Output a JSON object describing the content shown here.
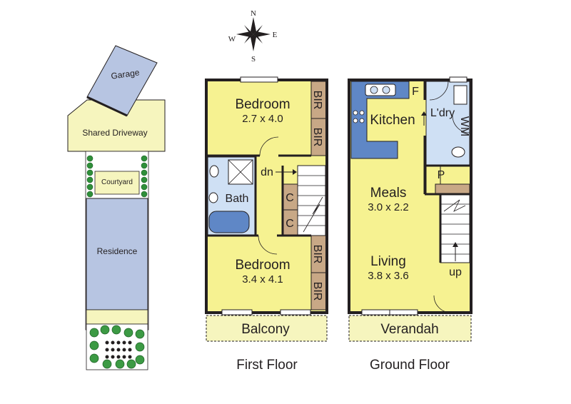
{
  "compass": {
    "n": "N",
    "e": "E",
    "s": "S",
    "w": "W"
  },
  "site_plan": {
    "garage": "Garage",
    "driveway": "Shared Driveway",
    "courtyard": "Courtyard",
    "residence": "Residence"
  },
  "first_floor": {
    "title": "First Floor",
    "bedroom_top": {
      "name": "Bedroom",
      "dims": "2.7 x 4.0"
    },
    "bedroom_bottom": {
      "name": "Bedroom",
      "dims": "3.4 x 4.1"
    },
    "bath": "Bath",
    "stairs": "dn",
    "cupboard": "C",
    "robe": "BIR",
    "balcony": "Balcony"
  },
  "ground_floor": {
    "title": "Ground Floor",
    "kitchen": "Kitchen",
    "fridge": "F",
    "laundry": "L'dry",
    "washer": "WM",
    "pantry": "P",
    "meals": {
      "name": "Meals",
      "dims": "3.0 x 2.2"
    },
    "living": {
      "name": "Living",
      "dims": "3.8 x 3.6"
    },
    "stairs": "up",
    "verandah": "Verandah"
  },
  "colors": {
    "floor": "#f6f291",
    "wet": "#cfe0f4",
    "bench": "#5f87c6",
    "joinery": "#c8a886",
    "site_fill": "#b7c5e2",
    "drive_fill": "#f6f5be",
    "wall": "#231f20"
  }
}
